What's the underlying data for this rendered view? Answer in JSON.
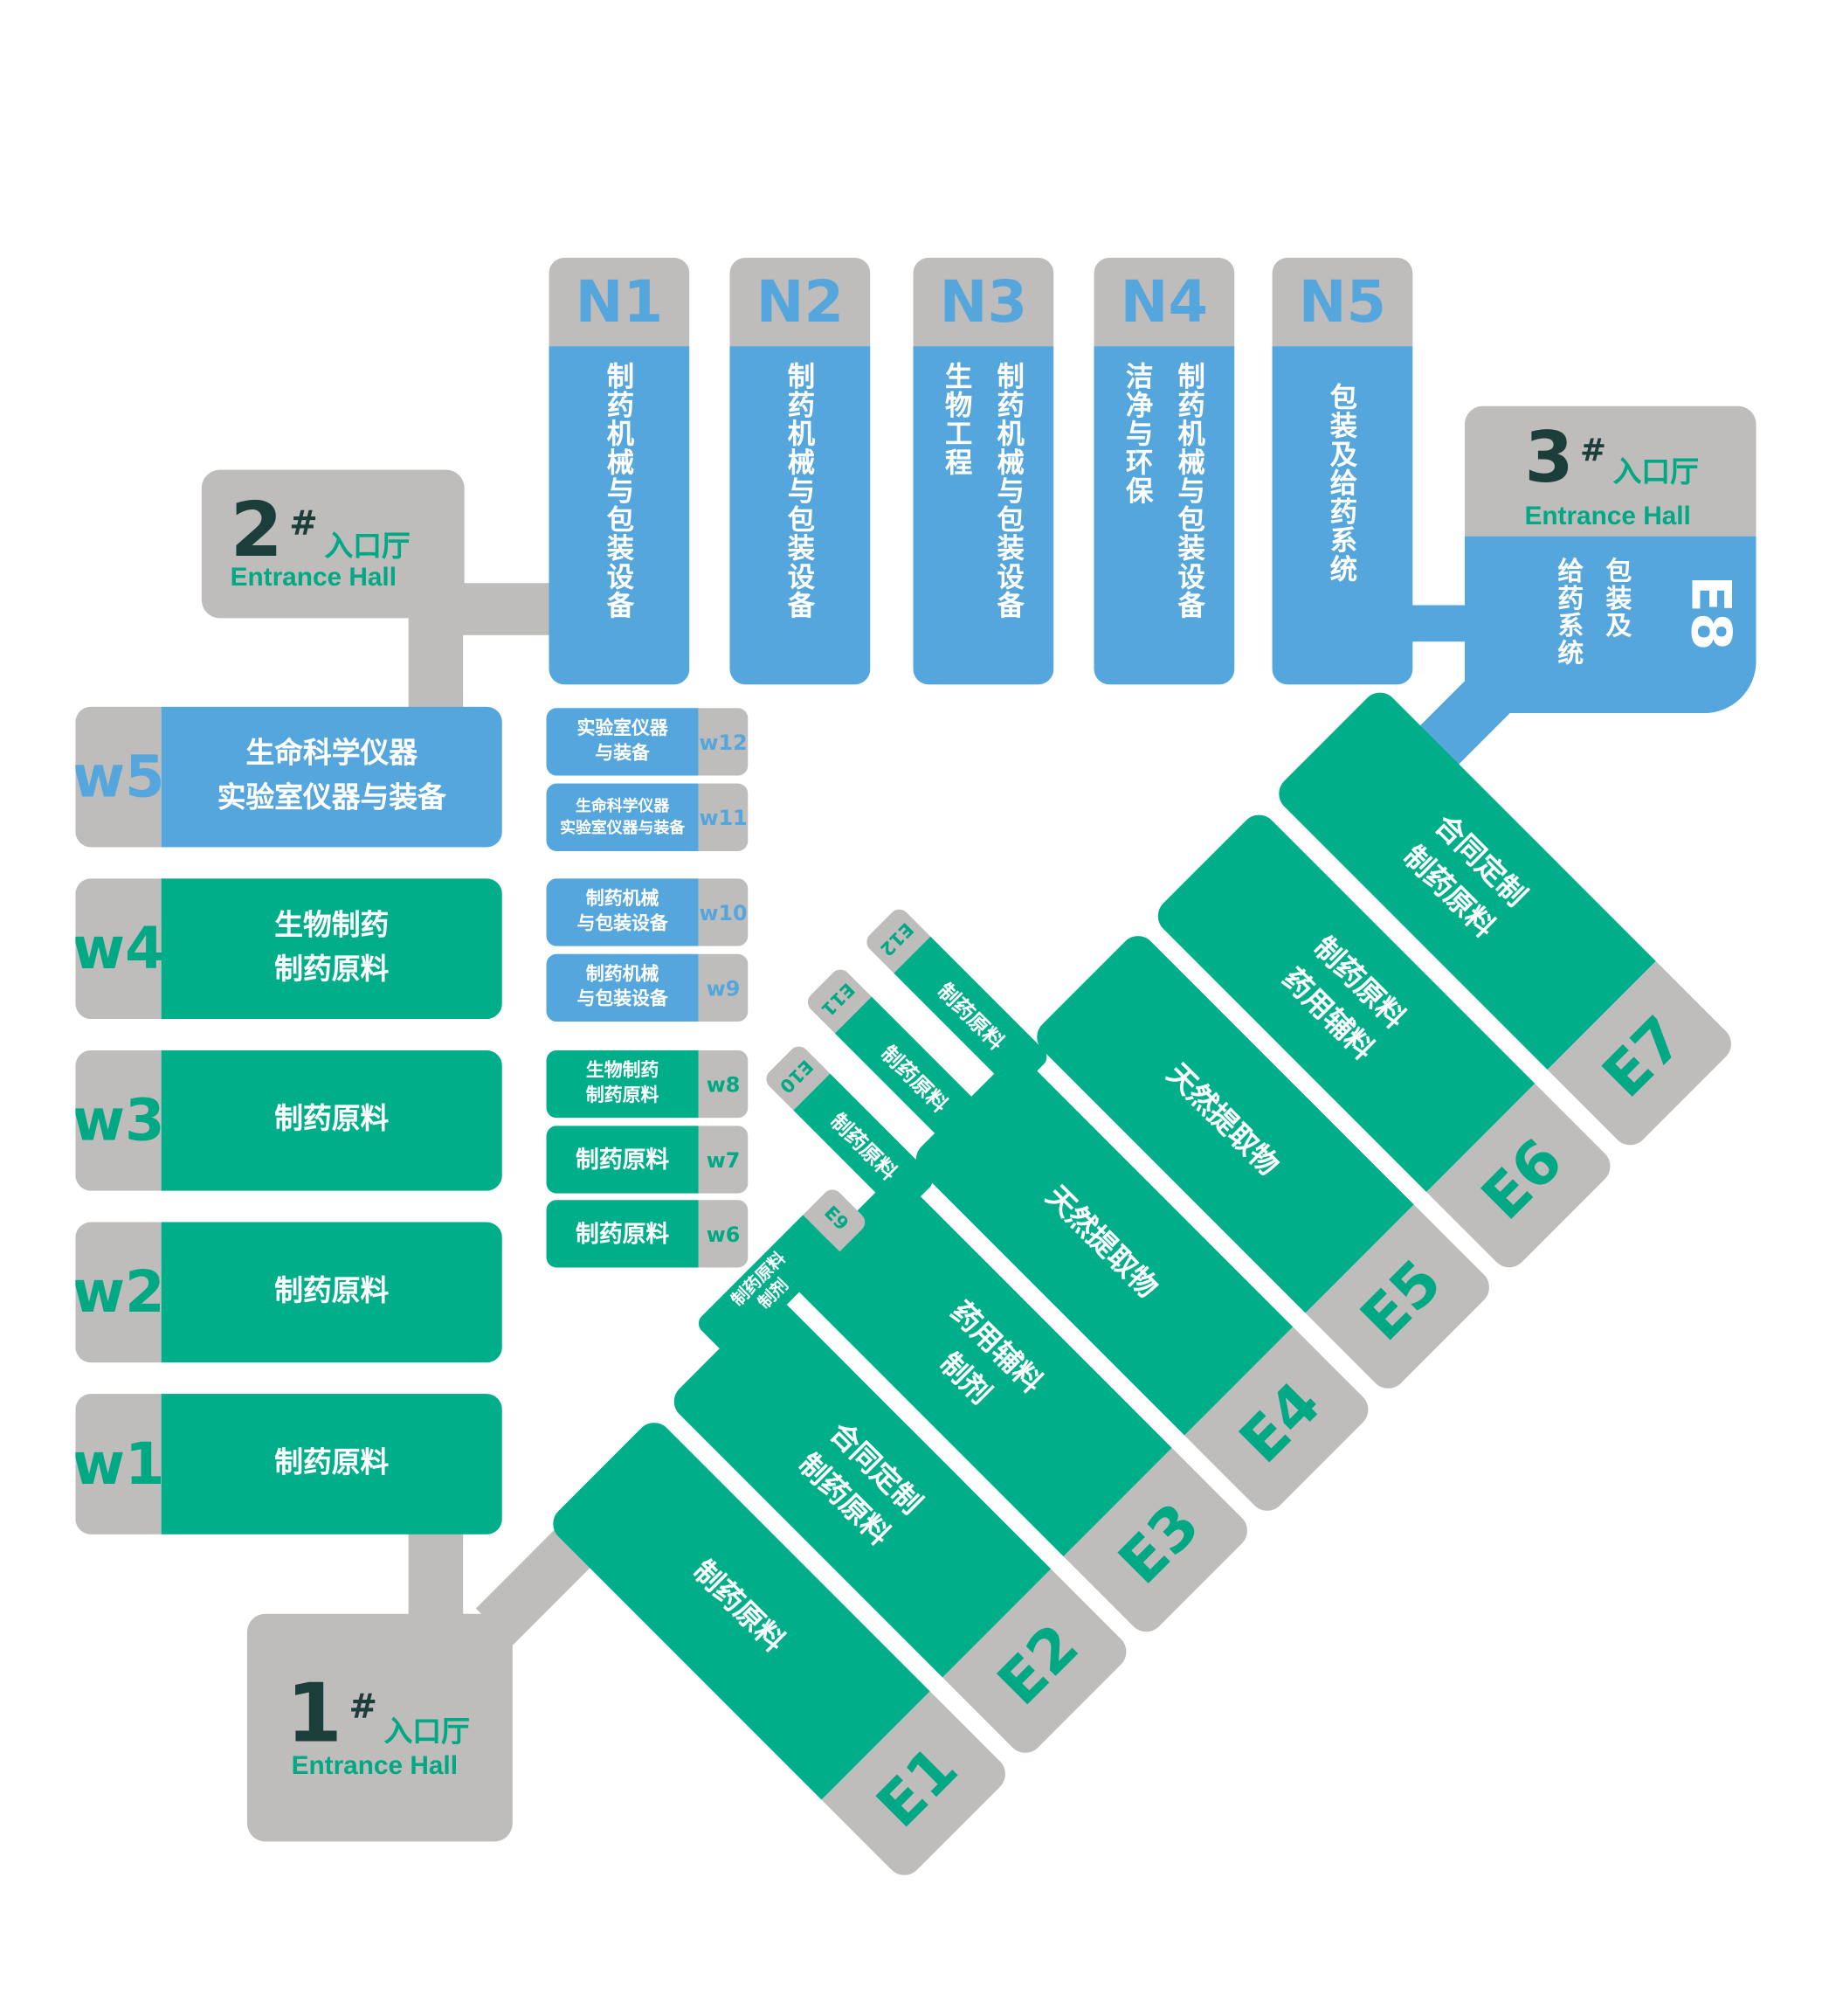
{
  "colors": {
    "gray": "#bfbcbc",
    "blue": "#55a6dc",
    "green": "#00af8a",
    "hall_text": "#00a884",
    "hall_number": "#1c3e3a"
  },
  "entrance_halls": {
    "hall1": {
      "number": "1",
      "mark": "#",
      "name_cn": "入口厅",
      "name_en": "Entrance Hall"
    },
    "hall2": {
      "number": "2",
      "mark": "#",
      "name_cn": "入口厅",
      "name_en": "Entrance Hall"
    },
    "hall3": {
      "number": "3",
      "mark": "#",
      "name_cn": "入口厅",
      "name_en": "Entrance Hall"
    }
  },
  "north": [
    {
      "code": "N1",
      "lines": [
        "制药机械与包装设备"
      ]
    },
    {
      "code": "N2",
      "lines": [
        "制药机械与包装设备"
      ]
    },
    {
      "code": "N3",
      "lines": [
        "制药机械与包装设备",
        "生物工程"
      ]
    },
    {
      "code": "N4",
      "lines": [
        "制药机械与包装设备",
        "洁净与环保"
      ]
    },
    {
      "code": "N5",
      "lines": [
        "包装及给药系统"
      ]
    }
  ],
  "e8": {
    "code": "E8",
    "lines": [
      "包装及",
      "给药系统"
    ]
  },
  "west_large": [
    {
      "code": "w5",
      "color": "blue",
      "lines": [
        "生命科学仪器",
        "实验室仪器与装备"
      ]
    },
    {
      "code": "w4",
      "color": "green",
      "lines": [
        "生物制药",
        "制药原料"
      ]
    },
    {
      "code": "w3",
      "color": "green",
      "lines": [
        "制药原料"
      ]
    },
    {
      "code": "w2",
      "color": "green",
      "lines": [
        "制药原料"
      ]
    },
    {
      "code": "w1",
      "color": "green",
      "lines": [
        "制药原料"
      ]
    }
  ],
  "west_small": [
    {
      "code": "w12",
      "color": "blue",
      "lines": [
        "实验室仪器",
        "与装备"
      ]
    },
    {
      "code": "w11",
      "color": "blue",
      "lines": [
        "生命科学仪器",
        "实验室仪器与装备"
      ]
    },
    {
      "code": "w10",
      "color": "blue",
      "lines": [
        "制药机械",
        "与包装设备"
      ]
    },
    {
      "code": "w9",
      "color": "blue",
      "lines": [
        "制药机械",
        "与包装设备"
      ]
    },
    {
      "code": "w8",
      "color": "green",
      "lines": [
        "生物制药",
        "制药原料"
      ]
    },
    {
      "code": "w7",
      "color": "green",
      "lines": [
        "制药原料"
      ]
    },
    {
      "code": "w6",
      "color": "green",
      "lines": [
        "制药原料"
      ]
    }
  ],
  "east_large": [
    {
      "code": "E1",
      "lines": [
        "制药原料"
      ]
    },
    {
      "code": "E2",
      "lines": [
        "合同定制",
        "制药原料"
      ]
    },
    {
      "code": "E3",
      "lines": [
        "药用辅料",
        "制剂"
      ]
    },
    {
      "code": "E4",
      "lines": [
        "天然提取物"
      ]
    },
    {
      "code": "E5",
      "lines": [
        "天然提取物"
      ]
    },
    {
      "code": "E6",
      "lines": [
        "制药原料",
        "药用辅料"
      ]
    },
    {
      "code": "E7",
      "lines": [
        "合同定制",
        "制药原料"
      ]
    }
  ],
  "east_small": [
    {
      "code": "E9",
      "lines": [
        "制药原料",
        "制剂"
      ]
    },
    {
      "code": "E10",
      "lines": [
        "制药原料"
      ]
    },
    {
      "code": "E11",
      "lines": [
        "制药原料"
      ]
    },
    {
      "code": "E12",
      "lines": [
        "制药原料"
      ]
    }
  ]
}
